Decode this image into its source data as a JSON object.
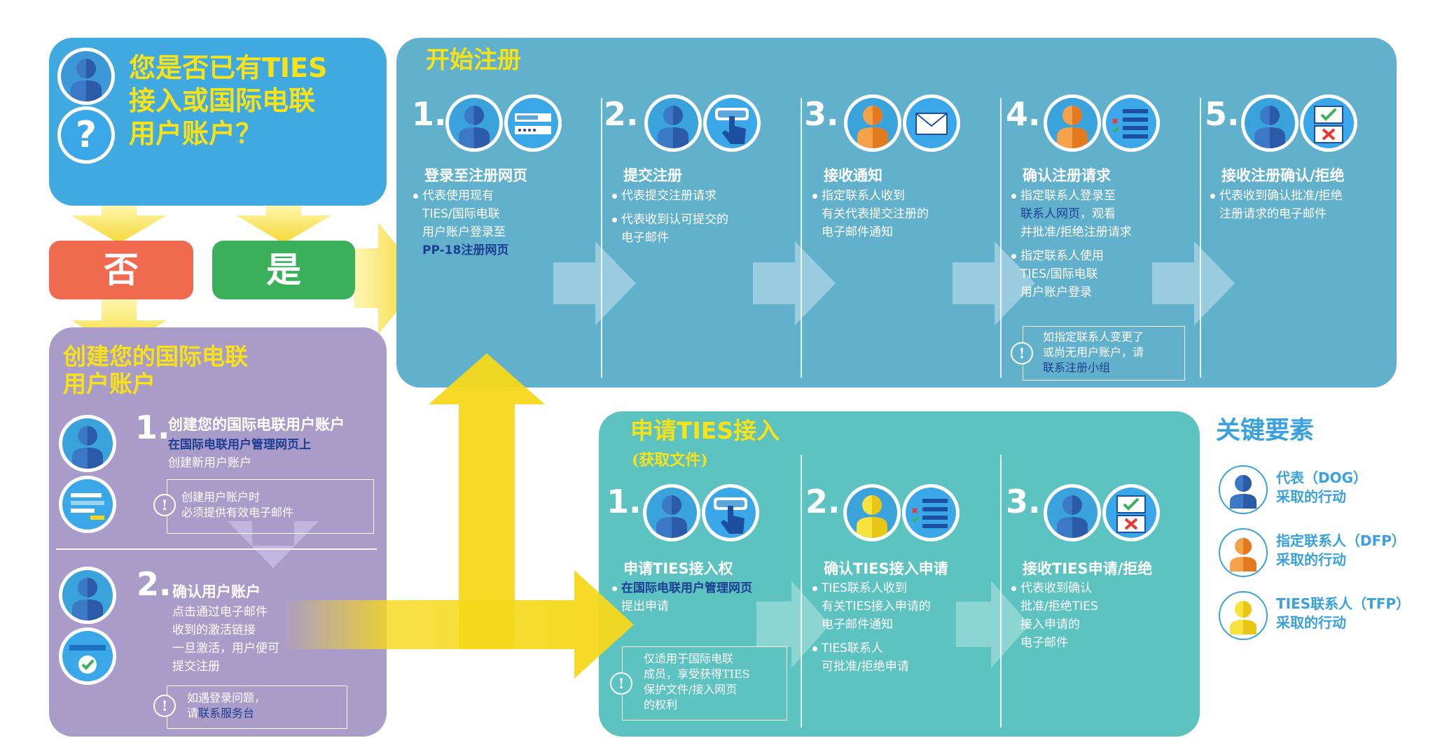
{
  "question": {
    "title_lines": [
      "您是否已有TIES",
      "接入或国际电联",
      "用户账户？"
    ]
  },
  "choices": {
    "no": "否",
    "yes": "是"
  },
  "create": {
    "title_lines": [
      "创建您的国际电联",
      "用户账户"
    ],
    "step1": {
      "number": "1.",
      "title": "创建您的国际电联用户账户",
      "link": "在国际电联用户管理网页上",
      "text": "创建新用户账户",
      "note_lines": [
        "创建用户账户时",
        "必须提供有效电子邮件"
      ]
    },
    "step2": {
      "number": "2.",
      "title": "确认用户账户",
      "lines": [
        "点击通过电子邮件",
        "收到的激活链接",
        "一旦激活，用户便可",
        "提交注册"
      ],
      "note_prefix": "如遇登录问题，",
      "note_line2_prefix": "请",
      "note_link": "联系服务台"
    }
  },
  "register": {
    "title": "开始注册",
    "steps": [
      {
        "number": "1.",
        "title": "登录至注册网页",
        "bullets": [
          {
            "lines": [
              "代表使用现有",
              "TIES/国际电联",
              "用户账户登录至"
            ],
            "link": "PP-18注册网页"
          }
        ]
      },
      {
        "number": "2.",
        "title": "提交注册",
        "bullets": [
          {
            "lines": [
              "代表提交注册请求"
            ]
          },
          {
            "lines": [
              "代表收到认可提交的",
              "电子邮件"
            ]
          }
        ]
      },
      {
        "number": "3.",
        "title": "接收通知",
        "bullets": [
          {
            "lines": [
              "指定联系人收到",
              "有关代表提交注册的",
              "电子邮件通知"
            ]
          }
        ]
      },
      {
        "number": "4.",
        "title": "确认注册请求",
        "bullets": [
          {
            "lines": [
              "指定联系人登录至"
            ],
            "link": "联系人网页",
            "link_suffix": "，观看",
            "after": [
              "并批准/拒绝注册请求"
            ]
          },
          {
            "lines": [
              "指定联系人使用",
              "TIES/国际电联",
              "用户账户登录"
            ]
          }
        ],
        "note_lines": [
          "如指定联系人变更了",
          "或尚无用户账户，请"
        ],
        "note_link": "联系注册小组"
      },
      {
        "number": "5.",
        "title": "接收注册确认/拒绝",
        "bullets": [
          {
            "lines": [
              "代表收到确认批准/拒绝",
              "注册请求的电子邮件"
            ]
          }
        ]
      }
    ]
  },
  "ties": {
    "title": "申请TIES接入",
    "subtitle": "(获取文件)",
    "steps": [
      {
        "number": "1.",
        "title": "申请TIES接入权",
        "bullets": [
          {
            "link": "在国际电联用户管理网页",
            "lines": [
              "提出申请"
            ]
          }
        ],
        "note_lines": [
          "仅适用于国际电联",
          "成员，享受获得TIES",
          "保护文件/接入网页",
          "的权利"
        ]
      },
      {
        "number": "2.",
        "title": "确认TIES接入申请",
        "bullets": [
          {
            "lines": [
              "TIES联系人收到",
              "有关TIES接入申请的",
              "电子邮件通知"
            ]
          },
          {
            "lines": [
              "TIES联系人",
              "可批准/拒绝申请"
            ]
          }
        ]
      },
      {
        "number": "3.",
        "title": "接收TIES申请/拒绝",
        "bullets": [
          {
            "lines": [
              "代表收到确认",
              "批准/拒绝TIES",
              "接入申请的",
              "电子邮件"
            ]
          }
        ]
      }
    ]
  },
  "legend": {
    "title": "关键要素",
    "items": [
      {
        "line1": "代表（DOG）",
        "line2": "采取的行动",
        "color": "#3b78c6"
      },
      {
        "line1": "指定联系人（DFP）",
        "line2": "采取的行动",
        "color": "#f08a2c"
      },
      {
        "line1": "TIES联系人（TFP）",
        "line2": "采取的行动",
        "color": "#f5d515"
      }
    ]
  },
  "colors": {
    "question_bg": "#3fa9e0",
    "register_bg": "#62b1cc",
    "ties_bg": "#5cc3c1",
    "create_bg": "#a99cc9",
    "no_bg": "#ef6a4f",
    "yes_bg": "#3ab05a",
    "title_yellow": "#f7e21a",
    "legend_blue": "#3aa1dd",
    "link_dark": "#1c3f93"
  }
}
